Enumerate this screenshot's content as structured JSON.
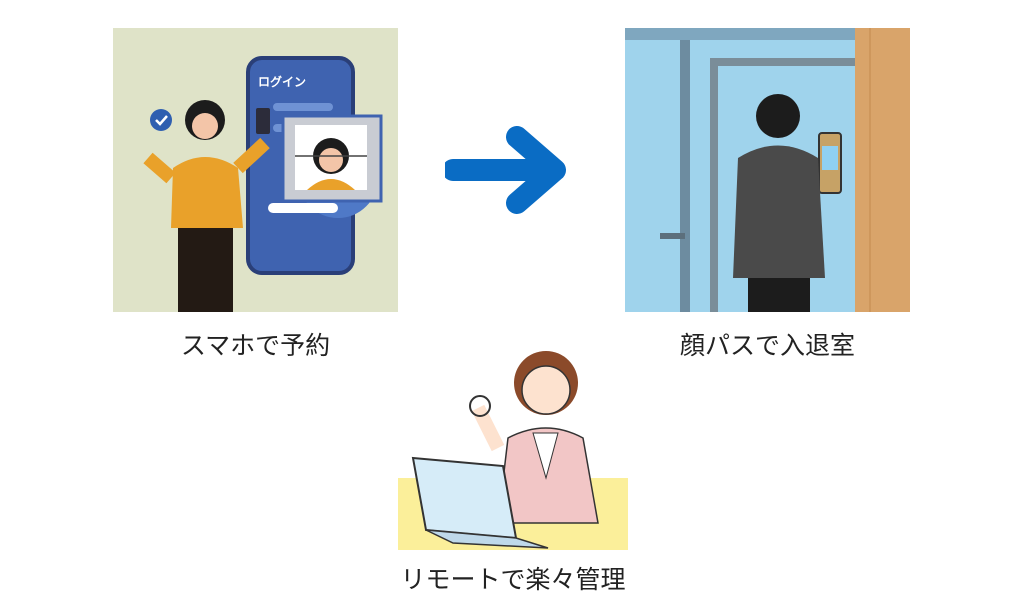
{
  "steps": [
    {
      "caption": "スマホで予約",
      "phone_title": "ログイン"
    },
    {
      "caption": "顔パスで入退室"
    },
    {
      "caption": "リモートで楽々管理"
    }
  ],
  "colors": {
    "arrow": "#0a6cc4",
    "panel1_bg": "#dfe3c8",
    "panel2_bg": "#9fd3ec"
  }
}
